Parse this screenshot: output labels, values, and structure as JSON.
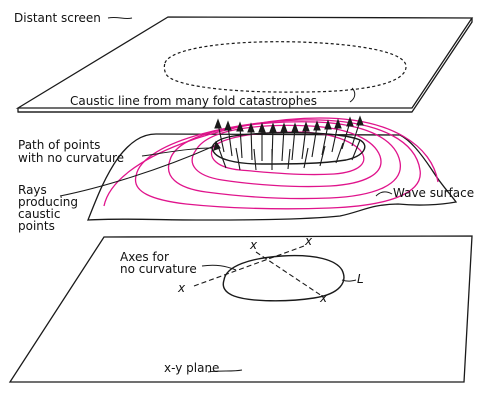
{
  "labels": {
    "distant_screen": "Distant screen",
    "caustic_line": "Caustic line from many fold catastrophes",
    "path_line1": "Path of points",
    "path_line2": "with no curvature",
    "rays_line1": "Rays",
    "rays_line2": "producing",
    "rays_line3": "caustic",
    "rays_line4": "points",
    "wave_surface": "Wave surface",
    "axes_line1": "Axes for",
    "axes_line2": "no curvature",
    "axis_x_tl": "x",
    "axis_x_tr": "x",
    "axis_x_l": "x",
    "axis_x_br": "x",
    "curve_L": "L",
    "xy_plane": "x-y plane"
  },
  "colors": {
    "ink": "#1a1a1a",
    "contour": "#e0148c"
  }
}
